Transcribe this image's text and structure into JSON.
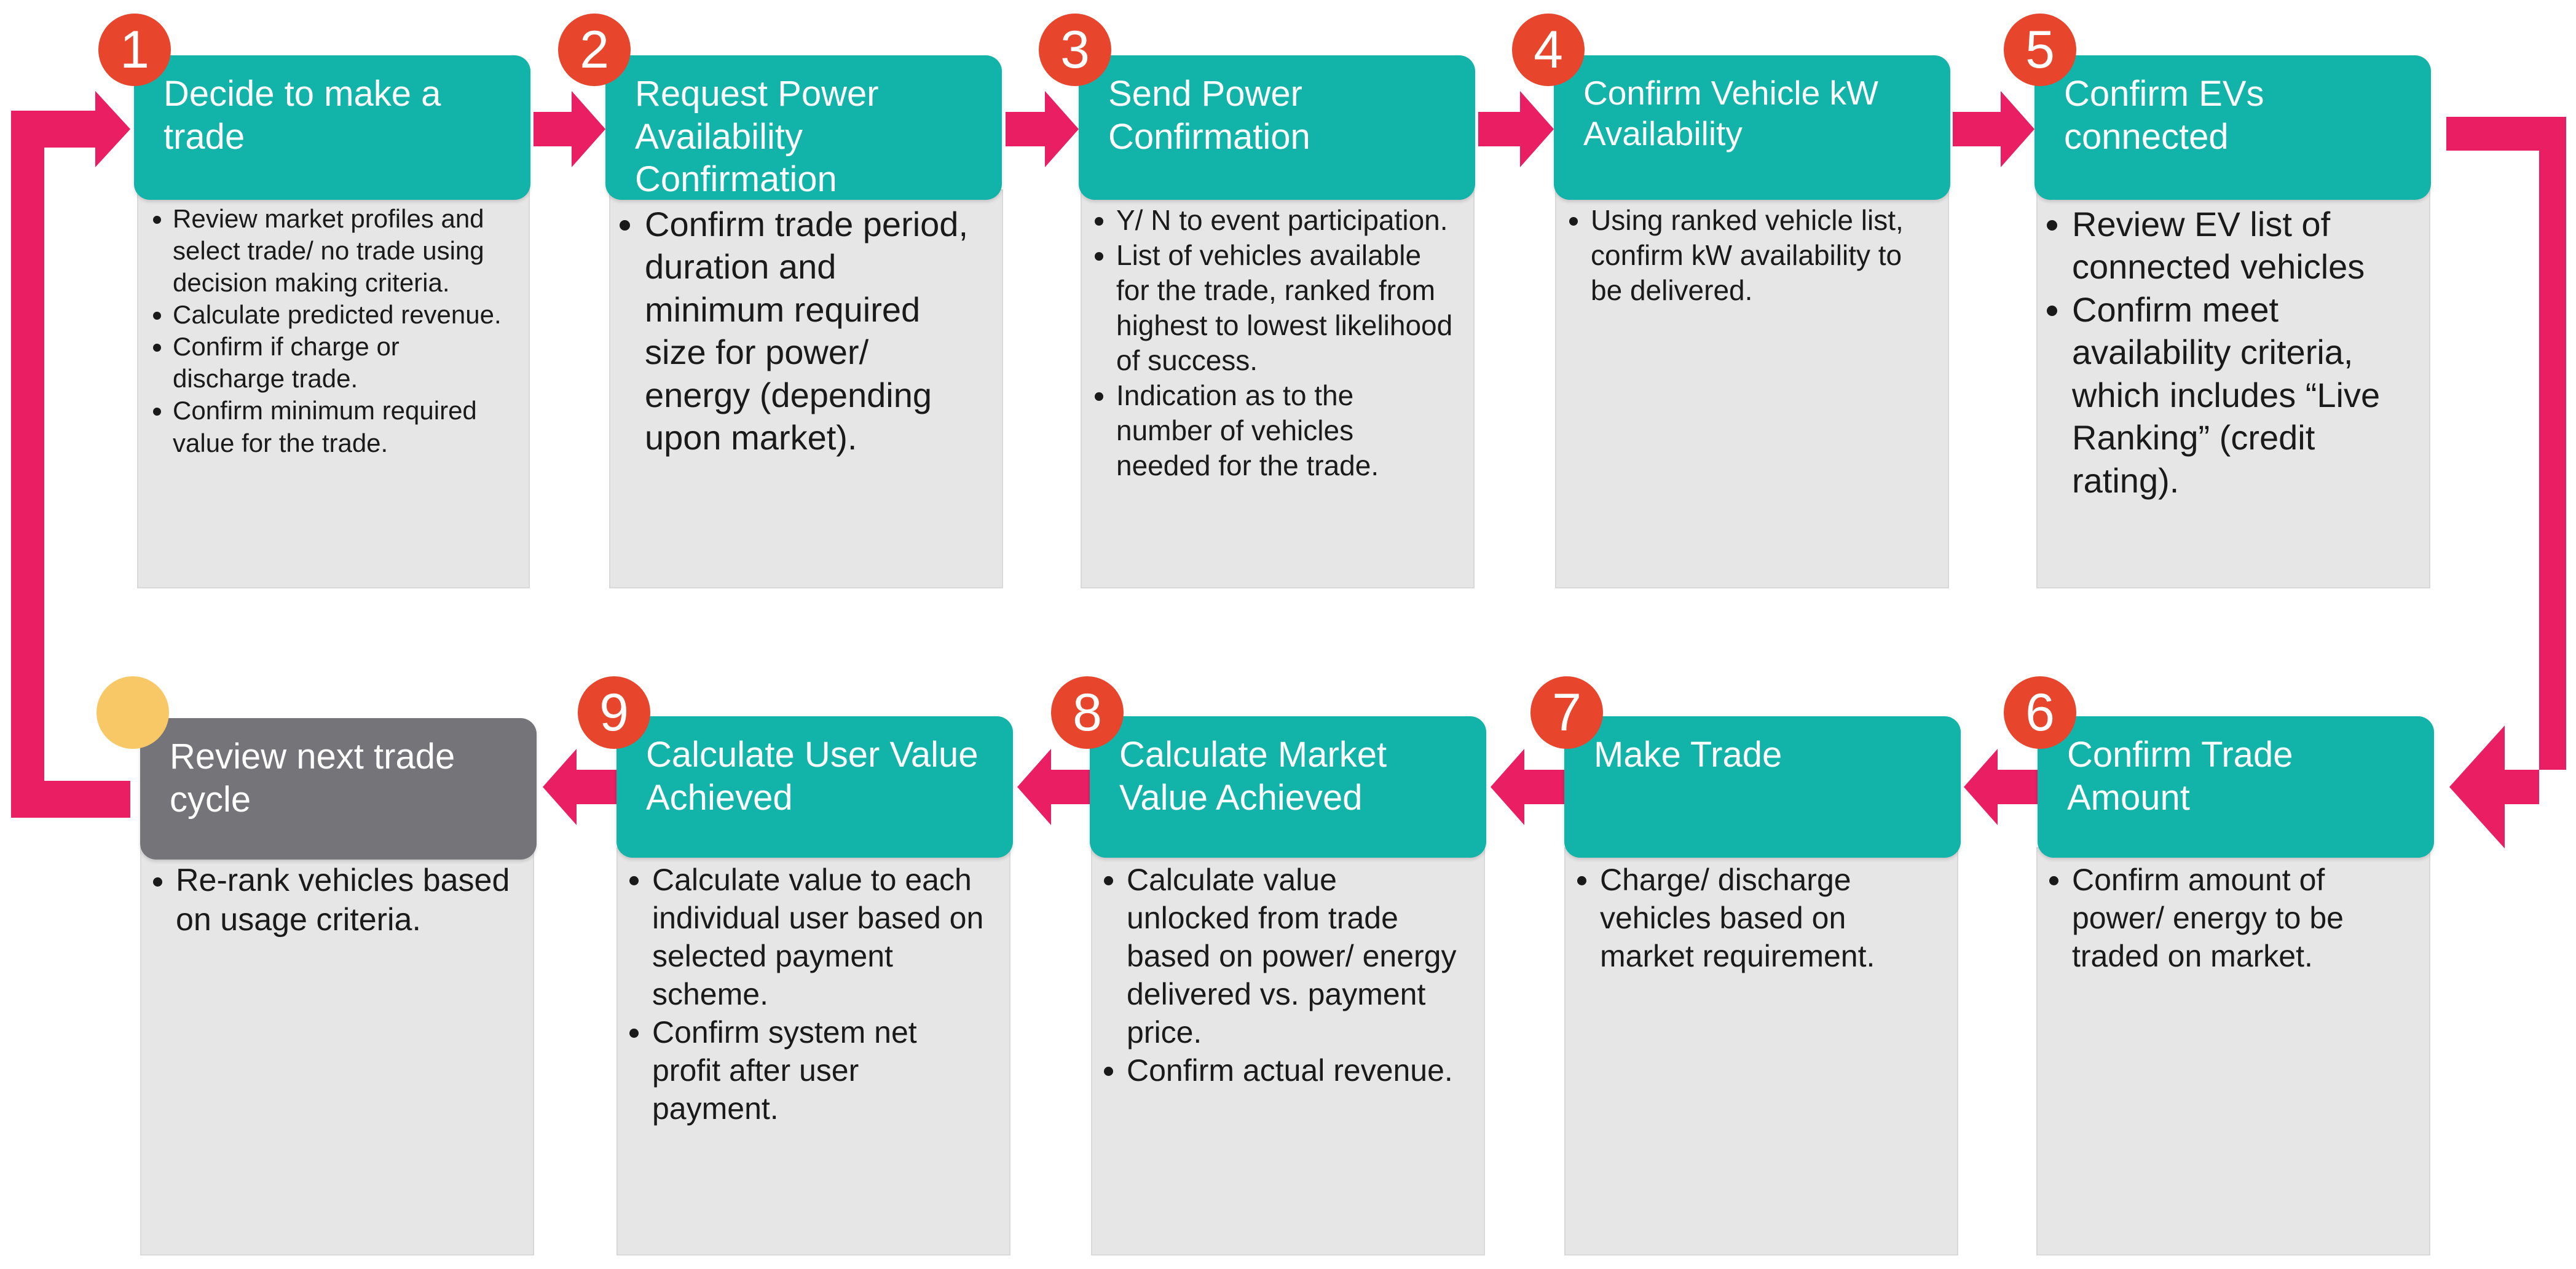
{
  "colors": {
    "header_teal": "#12b3a8",
    "header_gray": "#747479",
    "card_bg": "#e6e6e6",
    "badge_red": "#e8452d",
    "badge_yellow": "#f9c866",
    "arrow_pink": "#e91e63"
  },
  "steps": [
    {
      "number": "1",
      "title": "Decide to make a trade",
      "bullets": [
        "Review market profiles and select trade/ no trade using decision making criteria.",
        "Calculate predicted revenue.",
        "Confirm if charge or discharge trade.",
        "Confirm minimum required value for the trade."
      ]
    },
    {
      "number": "2",
      "title": "Request Power Availability Confirmation",
      "bullets": [
        "Confirm trade period, duration and minimum required size for power/ energy (depending upon market)."
      ]
    },
    {
      "number": "3",
      "title": "Send Power Confirmation",
      "bullets": [
        "Y/ N to event participation.",
        "List of vehicles available for the trade, ranked from highest to lowest likelihood of success.",
        "Indication as to the number of vehicles needed for the trade."
      ]
    },
    {
      "number": "4",
      "title": "Confirm Vehicle kW Availability",
      "bullets": [
        "Using ranked vehicle list, confirm kW availability to be delivered."
      ]
    },
    {
      "number": "5",
      "title": "Confirm EVs connected",
      "bullets": [
        "Review EV list of connected vehicles",
        "Confirm meet availability criteria, which includes “Live Ranking” (credit rating)."
      ]
    },
    {
      "number": "6",
      "title": "Confirm Trade Amount",
      "bullets": [
        "Confirm amount of power/ energy to be traded on market."
      ]
    },
    {
      "number": "7",
      "title": "Make Trade",
      "bullets": [
        "Charge/ discharge vehicles based on market requirement."
      ]
    },
    {
      "number": "8",
      "title": "Calculate Market Value Achieved",
      "bullets": [
        "Calculate value unlocked from trade based on power/ energy delivered vs. payment price.",
        "Confirm actual revenue."
      ]
    },
    {
      "number": "9",
      "title": "Calculate User Value Achieved",
      "bullets": [
        "Calculate value to each individual user based on selected payment scheme.",
        "Confirm system net profit after user payment."
      ]
    },
    {
      "number": "",
      "title": "Review next trade cycle",
      "bullets": [
        "Re-rank vehicles based on usage criteria."
      ]
    }
  ]
}
